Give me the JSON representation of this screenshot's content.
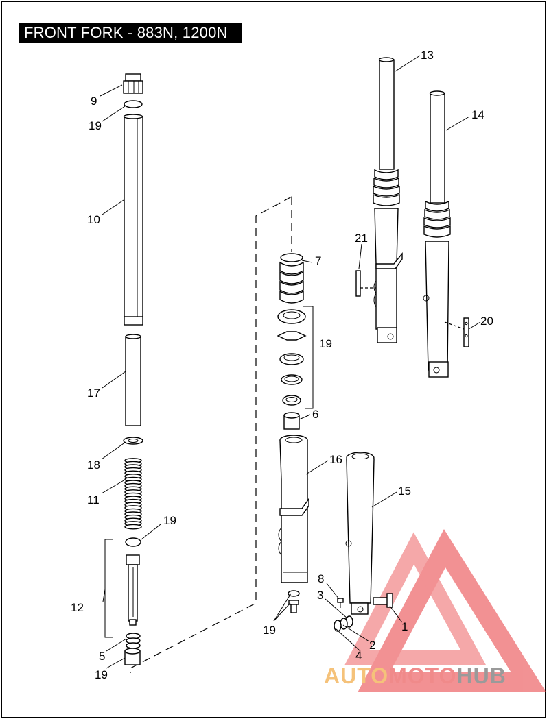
{
  "title": "FRONT FORK - 883N, 1200N",
  "callouts": [
    {
      "id": "c1",
      "label": "1"
    },
    {
      "id": "c2",
      "label": "2"
    },
    {
      "id": "c3",
      "label": "3"
    },
    {
      "id": "c4",
      "label": "4"
    },
    {
      "id": "c5",
      "label": "5"
    },
    {
      "id": "c6",
      "label": "6"
    },
    {
      "id": "c7",
      "label": "7"
    },
    {
      "id": "c8",
      "label": "8"
    },
    {
      "id": "c9",
      "label": "9"
    },
    {
      "id": "c10",
      "label": "10"
    },
    {
      "id": "c11",
      "label": "11"
    },
    {
      "id": "c12",
      "label": "12"
    },
    {
      "id": "c13",
      "label": "13"
    },
    {
      "id": "c14",
      "label": "14"
    },
    {
      "id": "c15",
      "label": "15"
    },
    {
      "id": "c16",
      "label": "16"
    },
    {
      "id": "c17",
      "label": "17"
    },
    {
      "id": "c18",
      "label": "18"
    },
    {
      "id": "c19a",
      "label": "19"
    },
    {
      "id": "c19b",
      "label": "19"
    },
    {
      "id": "c19c",
      "label": "19"
    },
    {
      "id": "c19d",
      "label": "19"
    },
    {
      "id": "c19e",
      "label": "19"
    },
    {
      "id": "c20",
      "label": "20"
    },
    {
      "id": "c21",
      "label": "21"
    }
  ],
  "watermark": {
    "part1": "AUTO",
    "part2": "MOTO",
    "part3": "HUB",
    "color_auto": "#f5c27a",
    "color_moto": "#f08a8a",
    "color_hub": "#9a9a9a",
    "triangle_color": "#e8383c"
  }
}
